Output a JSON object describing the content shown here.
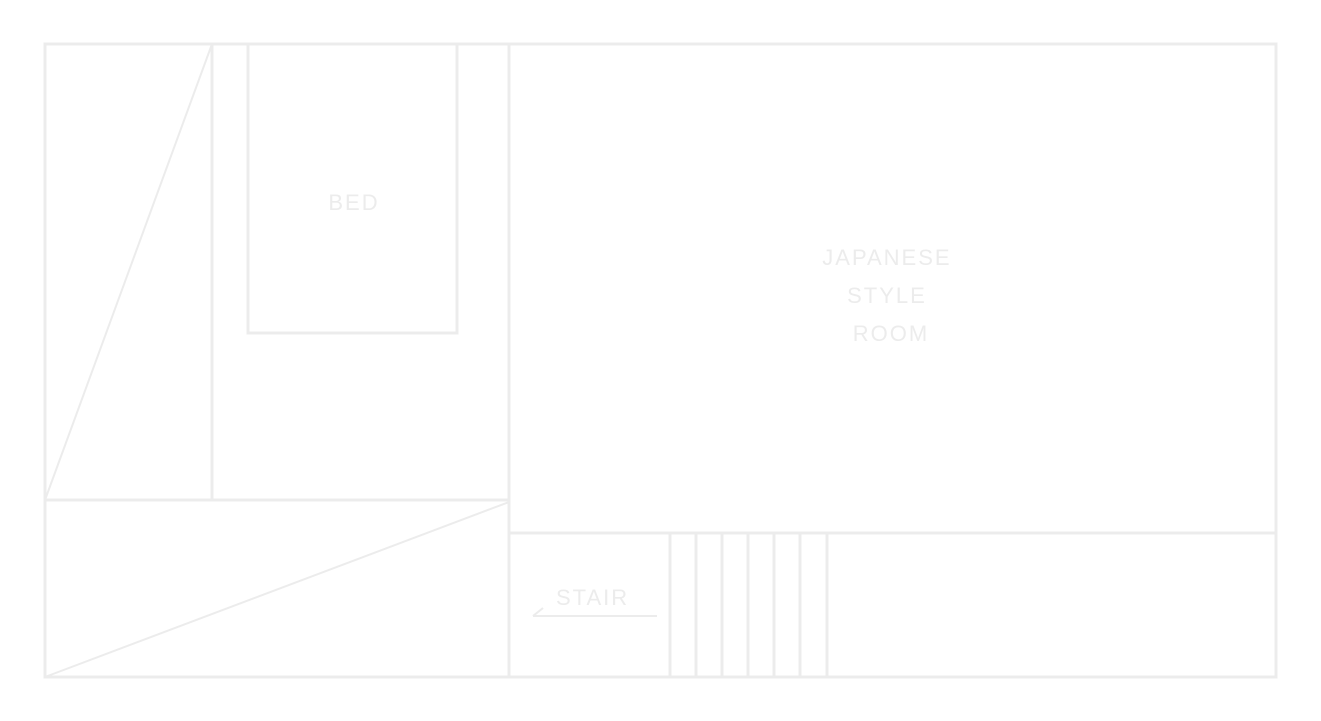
{
  "colors": {
    "line": "#ececec",
    "text": "#ececec",
    "background": "#ffffff"
  },
  "rooms": {
    "bed": {
      "label": "BED"
    },
    "japanese_room": {
      "label_lines": [
        "JAPANESE",
        "STYLE",
        "ROOM"
      ]
    },
    "stair": {
      "label": "STAIR",
      "step_count": 6
    }
  }
}
